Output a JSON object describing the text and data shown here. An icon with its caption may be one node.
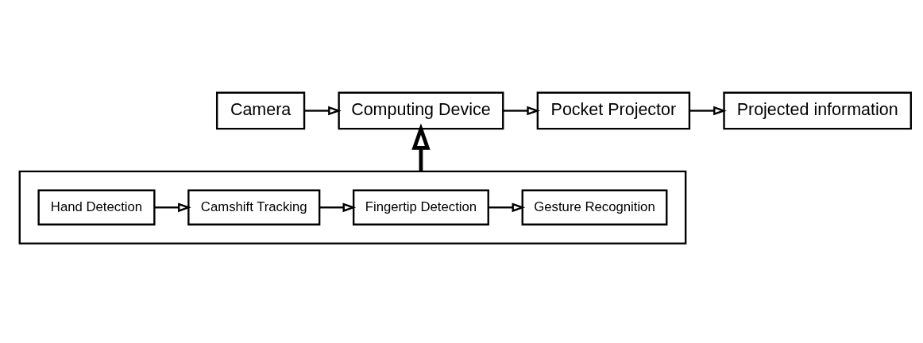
{
  "diagram": {
    "nodes": [
      {
        "text": [
          "Camera"
        ]
      },
      {
        "text": [
          "Computing Device"
        ]
      },
      {
        "text": [
          "Pocket Projector"
        ]
      },
      {
        "text": [
          "Projected information"
        ]
      },
      {
        "text": [],
        "shape": "box"
      },
      {
        "text": [
          "Hand Detection"
        ],
        "in": 4
      },
      {
        "text": [
          "Camshift Tracking"
        ],
        "in": 4
      },
      {
        "text": [
          "Fingertip Detection"
        ],
        "in": 4
      },
      {
        "text": [
          "Gesture Recognition"
        ],
        "in": 4
      }
    ],
    "edges": [
      {
        "from": 0,
        "to": 1,
        "arrow": "to"
      },
      {
        "from": 1,
        "to": 2,
        "arrow": "to"
      },
      {
        "from": 2,
        "to": 3,
        "arrow": "to"
      },
      {
        "from": 4,
        "to": 1,
        "arrow": "to",
        "style": "thick"
      },
      {
        "from": 5,
        "to": 6,
        "arrow": "to"
      },
      {
        "from": 6,
        "to": 7,
        "arrow": "to"
      },
      {
        "from": 7,
        "to": 8,
        "arrow": "to"
      }
    ]
  }
}
